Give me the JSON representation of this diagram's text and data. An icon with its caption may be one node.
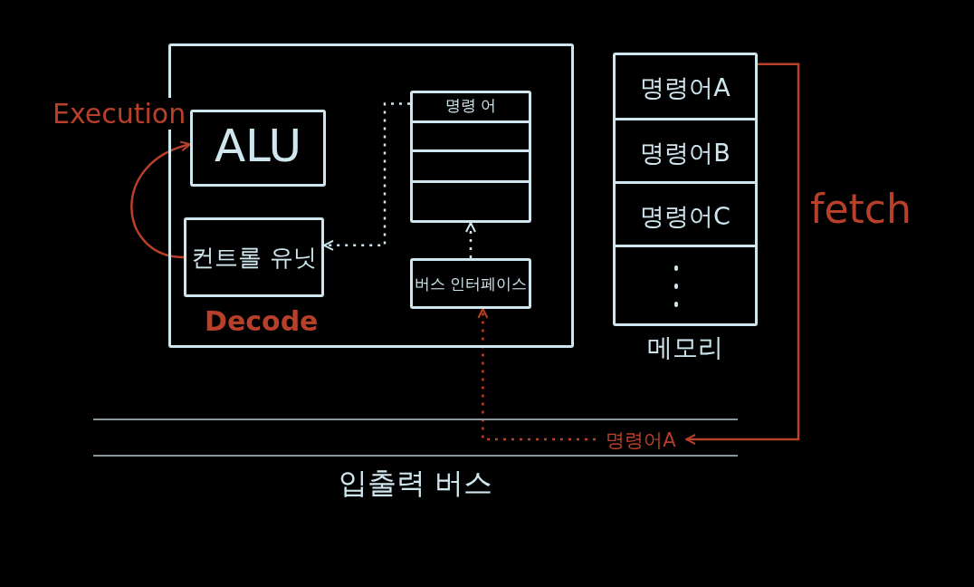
{
  "diagram": {
    "nodes": [
      {
        "text": [],
        "shape": "box"
      },
      {
        "text": [
          "ALU"
        ],
        "in": 0
      },
      {
        "text": [
          "컨트롤 유닛"
        ],
        "in": 0,
        "beside": [
          "Decode"
        ]
      },
      {
        "text": [
          "명령 어"
        ],
        "in": 0
      },
      {
        "text": [
          "버스 인터페이스"
        ],
        "in": 0
      },
      {
        "text": [
          "메모리"
        ]
      },
      {
        "text": [
          "명령어A"
        ],
        "in": 5
      },
      {
        "text": [
          "명령어B"
        ],
        "in": 5
      },
      {
        "text": [
          "명령어C"
        ],
        "in": 5
      },
      {
        "text": [],
        "shape": "box",
        "in": 5
      },
      {
        "text": [
          "입출력 버스"
        ]
      },
      {
        "text": [
          "명령어A"
        ],
        "in": 10
      }
    ],
    "edges": [
      {
        "from": 6,
        "to": 11,
        "arrow": "to",
        "label": "fetch",
        "color": "#b8402a"
      },
      {
        "from": 11,
        "to": 4,
        "arrow": "to",
        "style": "dashed",
        "color": "#b8402a"
      },
      {
        "from": 4,
        "to": 3,
        "arrow": "to",
        "style": "dashed",
        "color": "#cfe6ee"
      },
      {
        "from": 3,
        "to": 2,
        "arrow": "to",
        "style": "dashed",
        "color": "#cfe6ee"
      },
      {
        "from": 2,
        "to": 1,
        "arrow": "to",
        "label": "Execution",
        "color": "#b8402a"
      }
    ]
  }
}
